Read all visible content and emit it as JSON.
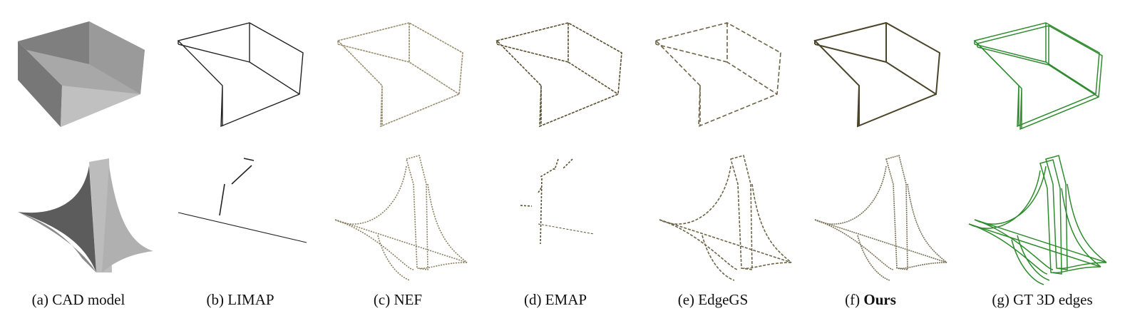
{
  "figure": {
    "columns": [
      {
        "id": "a",
        "prefix": "(a)",
        "label": "CAD model",
        "bold": false
      },
      {
        "id": "b",
        "prefix": "(b)",
        "label": "LIMAP",
        "bold": false
      },
      {
        "id": "c",
        "prefix": "(c)",
        "label": "NEF",
        "bold": false
      },
      {
        "id": "d",
        "prefix": "(d)",
        "label": "EMAP",
        "bold": false
      },
      {
        "id": "e",
        "prefix": "(e)",
        "label": "EdgeGS",
        "bold": false
      },
      {
        "id": "f",
        "prefix": "(f)",
        "label": "Ours",
        "bold": true
      },
      {
        "id": "g",
        "prefix": "(g)",
        "label": "GT 3D edges",
        "bold": false
      }
    ],
    "colors": {
      "limap": "#222222",
      "nef": "#9a9070",
      "emap": "#5a5030",
      "edgegs": "#6e6448",
      "ours": "#4a4428",
      "gt": "#2e8b2e",
      "cad_light": "#c8c8c8",
      "cad_mid": "#9a9a9a",
      "cad_dark": "#6a6a6a"
    }
  }
}
